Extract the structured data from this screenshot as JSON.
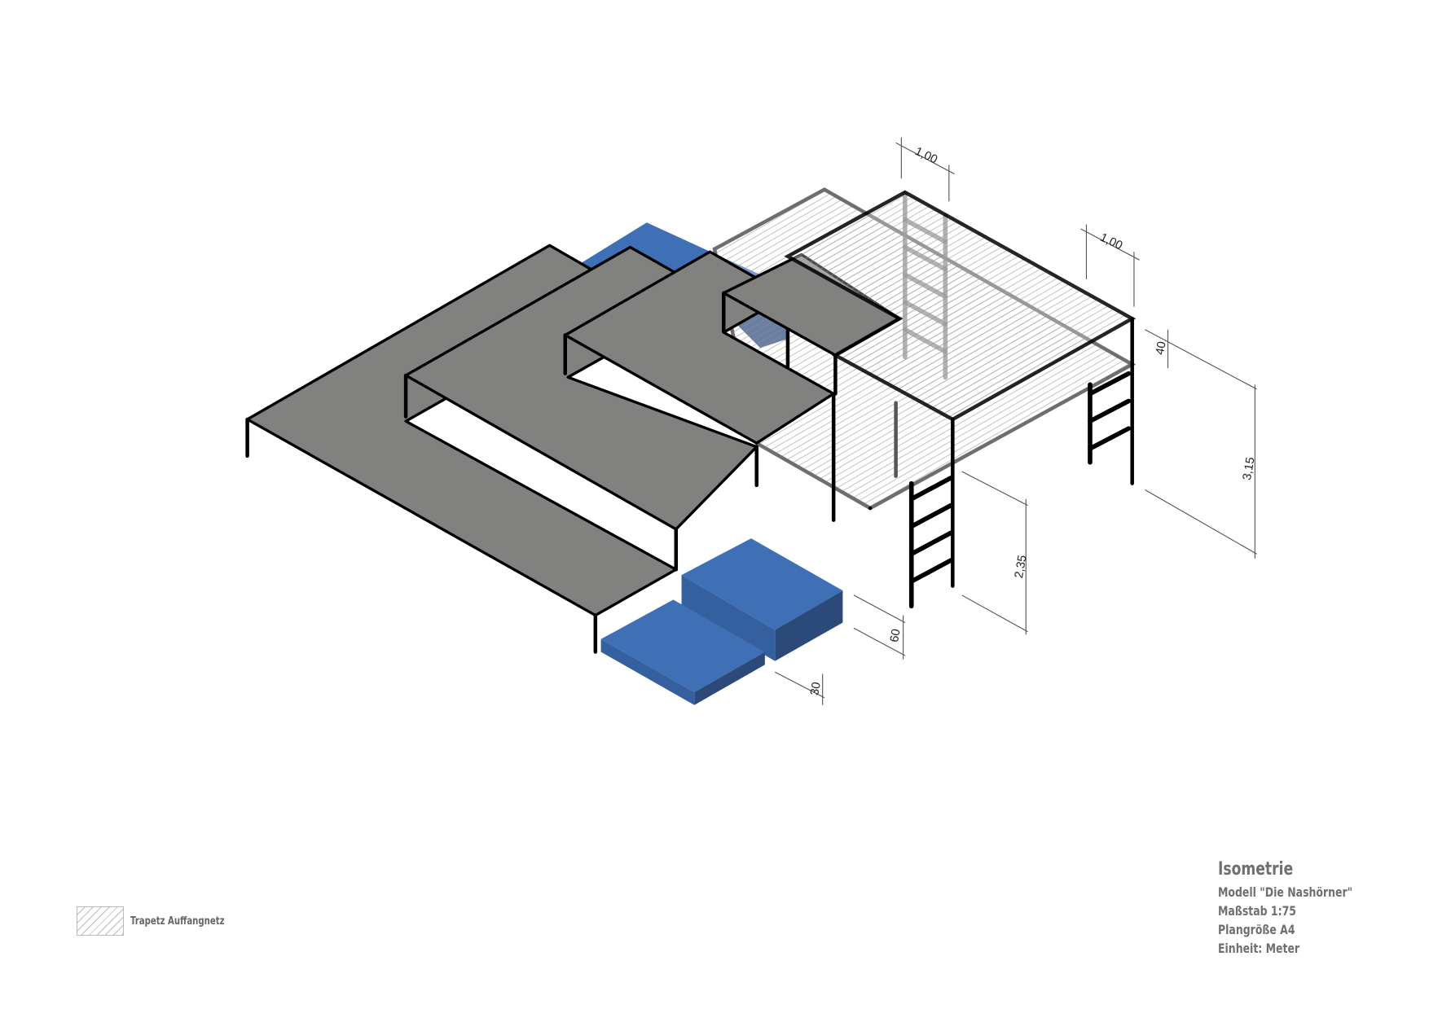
{
  "title_block": {
    "title": "Isometrie",
    "lines": [
      "Modell \"Die Nashörner\"",
      "Maßstab 1:75",
      "Plangröße A4",
      "Einheit: Meter"
    ]
  },
  "legend": {
    "label": "Trapetz Auffangnetz"
  },
  "dimensions": {
    "top_width": "1,00",
    "right_width": "1,00",
    "net_gap": "40",
    "total_height": "3,15",
    "platform_height": "2,35",
    "block_high": "60",
    "block_low": "30"
  },
  "colors": {
    "platform": "#818280",
    "mat": "#3f6fb5",
    "mat_side": "#2b4a7a",
    "frame": "#000000"
  }
}
